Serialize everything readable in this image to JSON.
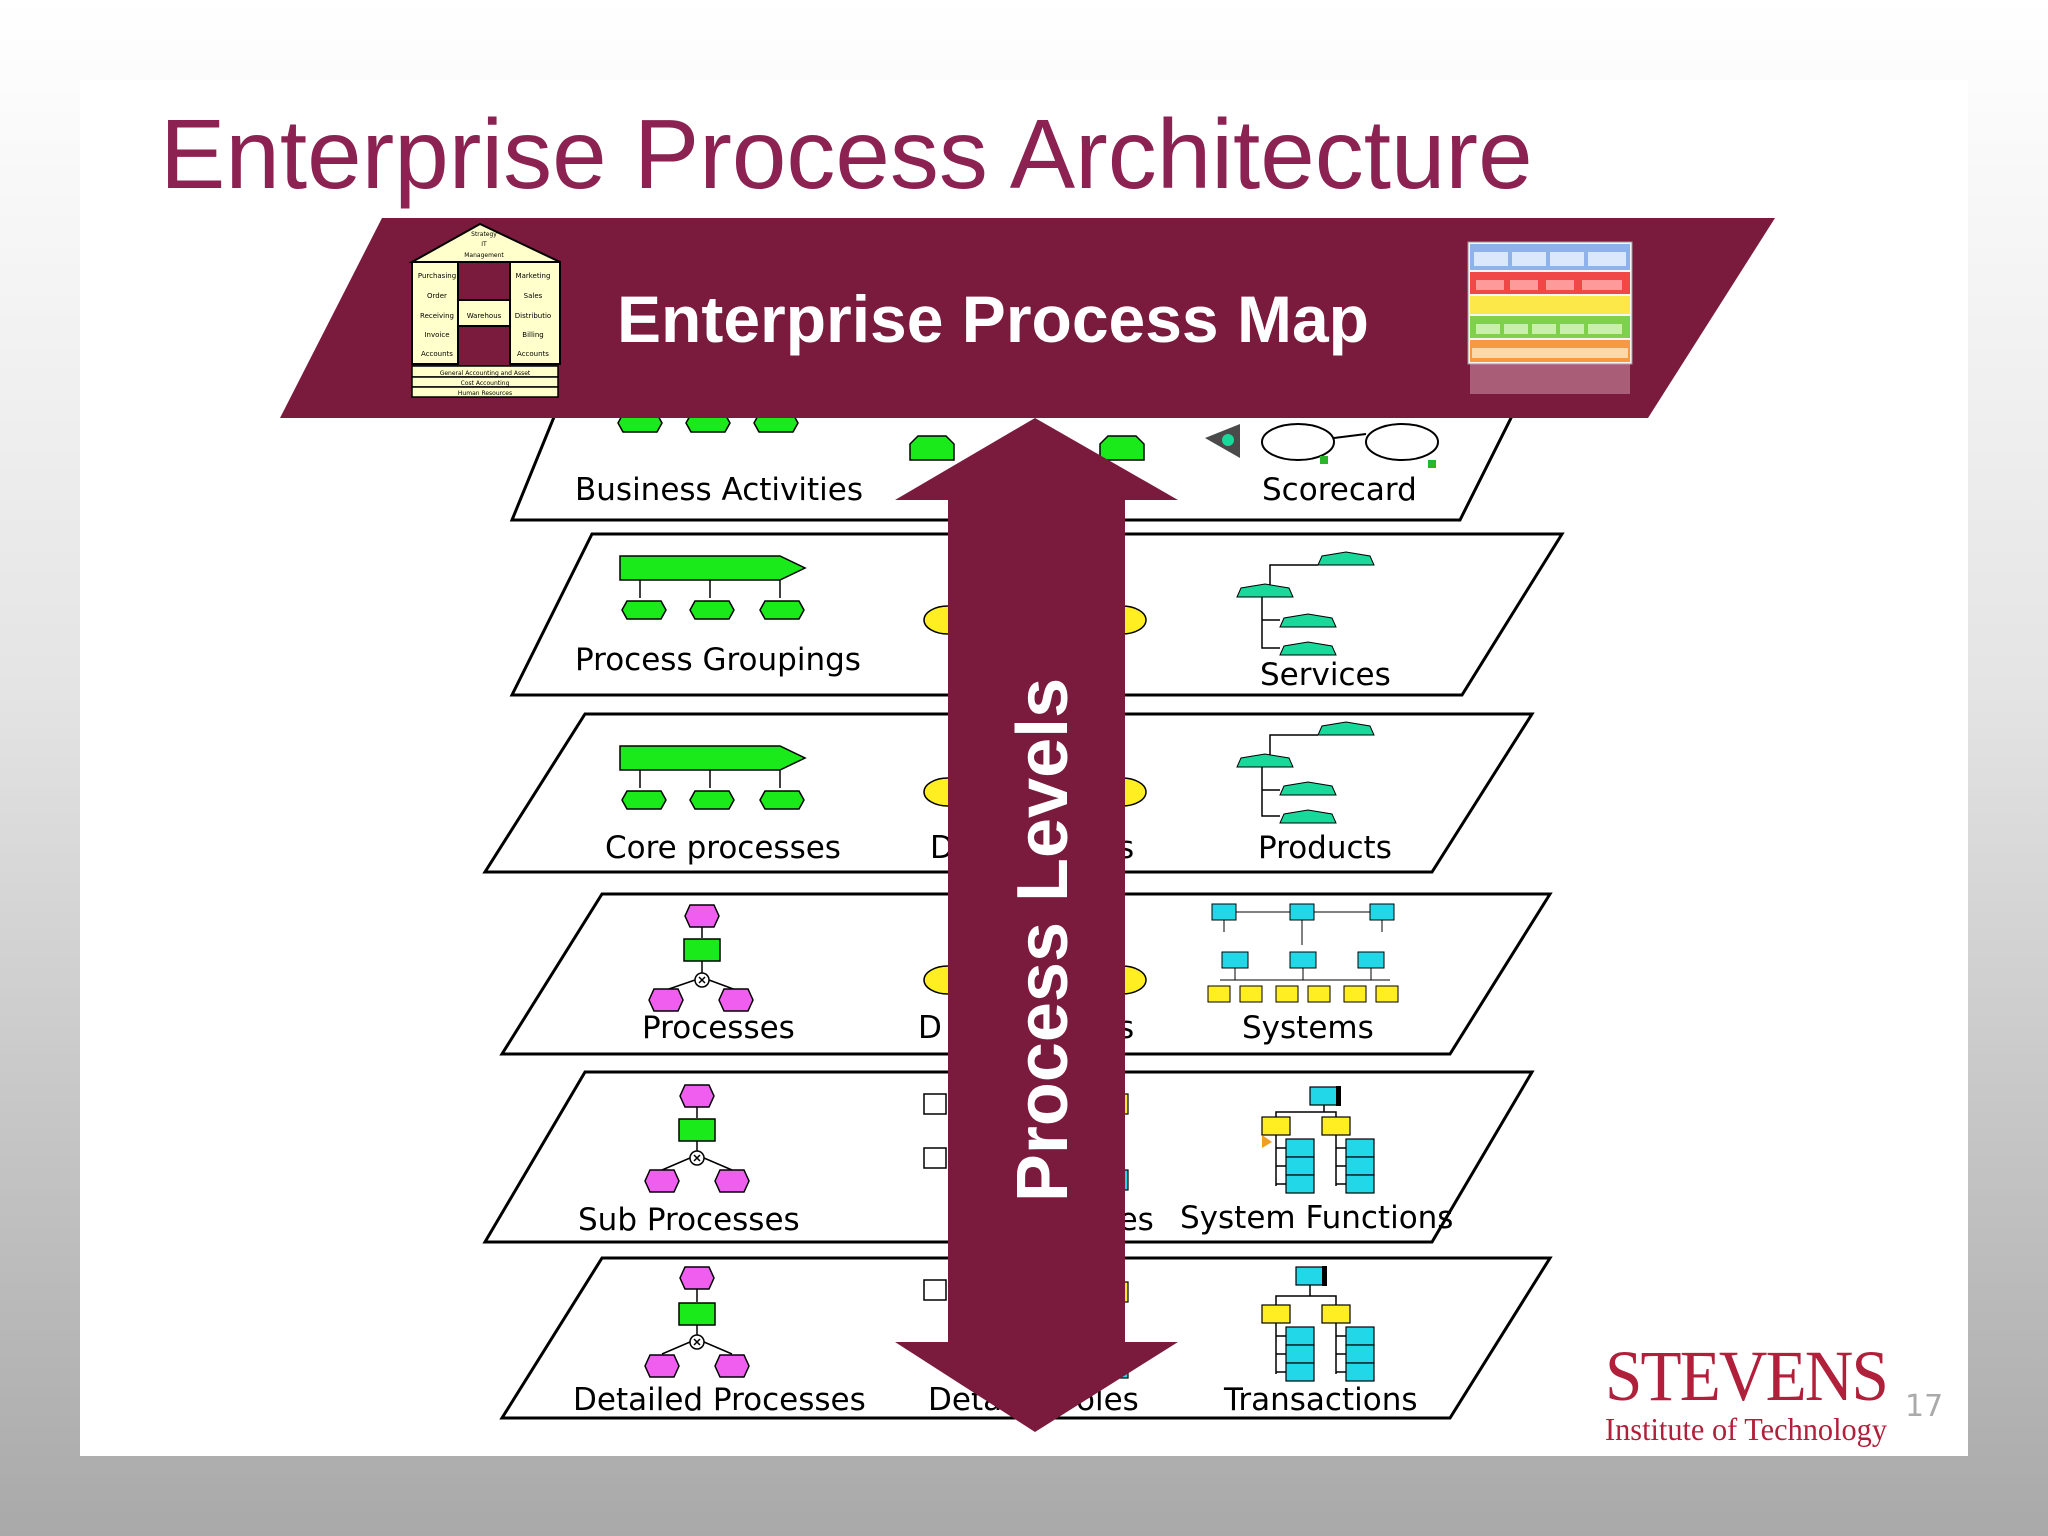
{
  "slide": {
    "title": "Enterprise Process Architecture",
    "page_number": "17",
    "logo": {
      "name": "STEVENS",
      "subtitle": "Institute of Technology"
    }
  },
  "banner": {
    "title": "Enterprise Process Map",
    "house_labels": {
      "top": [
        "Strategy",
        "IT",
        "Management"
      ],
      "left": [
        "Purchasing",
        "Order",
        "Receiving",
        "Invoice",
        "Accounts"
      ],
      "middle": "Warehous",
      "right": [
        "Marketing",
        "Sales",
        "Distributio",
        "Billing",
        "Accounts"
      ],
      "base": [
        "General Accounting and Asset",
        "Cost Accounting",
        "Human Resources"
      ]
    }
  },
  "arrow": {
    "label": "Process Levels"
  },
  "levels": [
    {
      "left": "Business Activities",
      "middle": "",
      "right": "Scorecard"
    },
    {
      "left": "Process Groupings",
      "middle": "",
      "right": "Services"
    },
    {
      "left": "Core processes",
      "middle": "D",
      "middle_tail": "s",
      "right": "Products"
    },
    {
      "left": "Processes",
      "middle": "D",
      "middle_tail": "s",
      "right": "Systems"
    },
    {
      "left": "Sub Processes",
      "middle": "",
      "middle_tail": "les",
      "right": "System Functions"
    },
    {
      "left": "Detailed Processes",
      "middle": "Deta",
      "middle_tail": "oles",
      "right": "Transactions"
    }
  ],
  "colors": {
    "maroon": "#7a1a3c",
    "green": "#1aea1a",
    "teal": "#1ad89a",
    "magenta": "#f05ef0",
    "yellow": "#ffee22",
    "cyan": "#22d8e8"
  }
}
